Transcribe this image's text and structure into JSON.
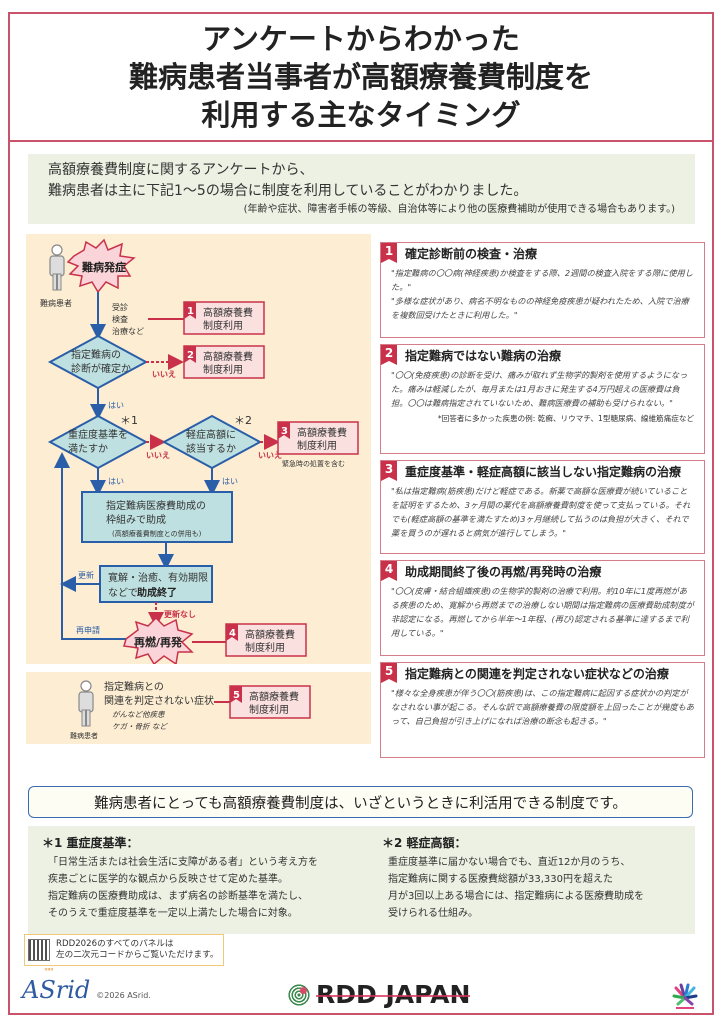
{
  "title": {
    "lines": [
      "アンケートからわかった",
      "難病患者当事者が高額療養費制度を",
      "利用する主なタイミング"
    ]
  },
  "intro": {
    "line1": "高額療養費制度に関するアンケートから、",
    "line2": "難病患者は主に下記1〜5の場合に制度を利用していることがわかりました。",
    "note": "(年齢や症状、障害者手帳の等級、自治体等により他の医療費補助が使用できる場合もあります。)"
  },
  "flowchart": {
    "patient_label": "難病患者",
    "onset": "難病発症",
    "visit_lines": [
      "受診",
      "検査",
      "治療など"
    ],
    "decision1": [
      "指定難病の",
      "診断が確定か"
    ],
    "decision2": [
      "重症度基準を",
      "満たすか"
    ],
    "decision2_mark": "＊1",
    "decision3": [
      "軽症高額に",
      "該当するか"
    ],
    "decision3_mark": "＊2",
    "yes": "はい",
    "no": "いいえ",
    "subsidy_box": [
      "指定難病医療費助成の",
      "枠組みで助成",
      "(高額療養費制度との併用も)"
    ],
    "end_box": [
      "寛解・治癒、有効期限",
      "などで",
      "助成終了"
    ],
    "renew": "更新",
    "no_renew": "更新なし",
    "reapply": "再申請",
    "relapse": "再燃/再発",
    "emergency_note": "緊急時の処置を含む",
    "usage_box": [
      "高額療養費",
      "制度利用"
    ],
    "unrelated_title": [
      "指定難病との",
      "関連を判定されない症状"
    ],
    "unrelated_examples": [
      "がんなど他疾患",
      "ケガ・骨折 など"
    ]
  },
  "cards": [
    {
      "num": "1",
      "title": "確定診断前の検査・治療",
      "quote": [
        "\"指定難病の〇〇病(神経疾患)か検査をする際、2週間の検査入院をする際に使用した。\"",
        "\"多様な症状があり、病名不明なものの神経免疫疾患が疑われたため、入院で治療を複数回受けたときに利用した。\""
      ],
      "note": ""
    },
    {
      "num": "2",
      "title": "指定難病ではない難病の治療",
      "quote": [
        "\"〇〇(免疫疾患)の診断を受け、痛みが取れず生物学的製剤を使用するようになった。痛みは軽減したが、毎月または1月おきに発生する4万円超えの医療費は負担。〇〇は難病指定されていないため、難病医療費の補助も受けられない。\""
      ],
      "note": "*回答者に多かった疾患の例: 乾癬、リウマチ、1型糖尿病、線維筋痛症など"
    },
    {
      "num": "3",
      "title": "重症度基準・軽症高額に該当しない指定難病の治療",
      "quote": [
        "\"私は指定難病(筋疾患)だけど軽症である。新薬で高額な医療費が続いていることを証明をするため、3ヶ月間の薬代を高額療養費制度を使って支払っている。それでも(軽症高額の基準を満たすため)3ヶ月継続して払うのは負担が大きく、それで薬を買うのが遅れると病気が進行してしまう。\""
      ],
      "note": ""
    },
    {
      "num": "4",
      "title": "助成期間終了後の再燃/再発時の治療",
      "quote": [
        "\"〇〇(皮膚・結合組織疾患)の生物学的製剤の治療で利用。約10年に1度再燃がある疾患のため、寛解から再燃までの治療しない期間は指定難病の医療費助成制度が非認定になる。再燃してから半年〜1年程、(再び)認定される基準に達するまで利用している。\""
      ],
      "note": ""
    },
    {
      "num": "5",
      "title": "指定難病との関連を判定されない症状などの治療",
      "quote": [
        "\"様々な全身疾患が伴う〇〇(筋疾患)は、この指定難病に起因する症状かの判定がなされない事が起こる。そんな訳で高額療養費の限度額を上回ったことが幾度もあって、自己負担が引き上げになれば治療の断念も起きる。\""
      ],
      "note": ""
    }
  ],
  "summary": "難病患者にとっても高額療養費制度は、いざというときに利活用できる制度です。",
  "definitions": [
    {
      "term": "＊1 重症度基準：",
      "lines": [
        "「日常生活または社会生活に支障がある者」という考え方を",
        "疾患ごとに医学的な観点から反映させて定めた基準。",
        "指定難病の医療費助成は、まず病名の診断基準を満たし、",
        "そのうえで重症度基準を一定以上満たした場合に対象。"
      ]
    },
    {
      "term": "＊2 軽症高額：",
      "lines": [
        "重症度基準に届かない場合でも、直近12か月のうち、",
        "指定難病に関する医療費総額が33,330円を超えた",
        "月が3回以上ある場合には、指定難病による医療費助成を",
        "受けられる仕組み。"
      ]
    }
  ],
  "footer": {
    "qr_text": [
      "RDD2026のすべてのパネルは",
      "左の二次元コードからご覧いただけます。"
    ],
    "asrid_logo": "ASrid",
    "copyright": "©2026 ASrid.",
    "rdd_logo": "RDD JAPAN"
  },
  "colors": {
    "accent_red": "#c9314a",
    "border_pink": "#c9536a",
    "flow_blue": "#2a5ea8",
    "decision_fill": "#bfe0e0",
    "flow_bg": "#fdeed3",
    "intro_bg": "#edf1e3",
    "usage_fill": "#fbe0e0"
  }
}
